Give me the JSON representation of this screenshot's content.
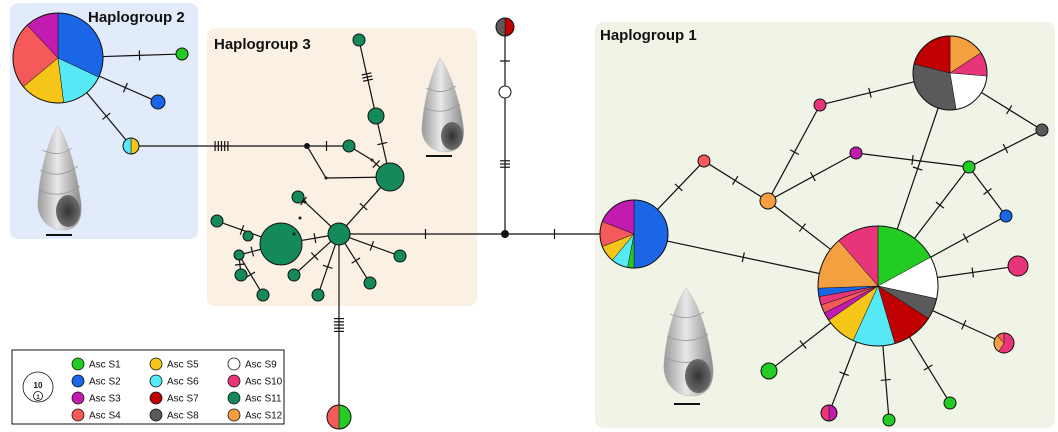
{
  "groups": {
    "hg2": "Haplogroup 2",
    "hg3": "Haplogroup 3",
    "hg1": "Haplogroup 1"
  },
  "colors": {
    "S1": "#22cc22",
    "S2": "#1a66e6",
    "S3": "#c21bb0",
    "S4": "#f55a5a",
    "S5": "#f5c518",
    "S6": "#55e8f5",
    "S7": "#c00000",
    "S8": "#5a5a5a",
    "S9": "#ffffff",
    "S10": "#e8357a",
    "S11": "#148a5a",
    "S12": "#f5a040"
  },
  "legend": {
    "size_big": "10",
    "size_small": "1",
    "items": [
      {
        "key": "S1",
        "label": "Asc S1"
      },
      {
        "key": "S2",
        "label": "Asc S2"
      },
      {
        "key": "S3",
        "label": "Asc S3"
      },
      {
        "key": "S4",
        "label": "Asc S4"
      },
      {
        "key": "S5",
        "label": "Asc S5"
      },
      {
        "key": "S6",
        "label": "Asc S6"
      },
      {
        "key": "S7",
        "label": "Asc S7"
      },
      {
        "key": "S8",
        "label": "Asc S8"
      },
      {
        "key": "S9",
        "label": "Asc S9"
      },
      {
        "key": "S10",
        "label": "Asc S10"
      },
      {
        "key": "S11",
        "label": "Asc S11"
      },
      {
        "key": "S12",
        "label": "Asc S12"
      }
    ]
  },
  "haplotypes": [
    {
      "id": "h2main",
      "slices": [
        [
          "S2",
          4
        ],
        [
          "S6",
          2
        ],
        [
          "S5",
          2
        ],
        [
          "S4",
          3
        ],
        [
          "S3",
          1.5
        ]
      ]
    },
    {
      "id": "h2a",
      "slices": [
        [
          "S1",
          1
        ]
      ]
    },
    {
      "id": "h2b",
      "slices": [
        [
          "S2",
          1
        ]
      ]
    },
    {
      "id": "h2c",
      "slices": [
        [
          "S5",
          1
        ],
        [
          "S6",
          1
        ]
      ]
    },
    {
      "id": "h3a",
      "slices": [
        [
          "S11",
          1
        ]
      ]
    },
    {
      "id": "h3b",
      "slices": [
        [
          "S11",
          1
        ]
      ]
    },
    {
      "id": "h3c",
      "slices": [
        [
          "S11",
          1
        ]
      ]
    },
    {
      "id": "h3d",
      "slices": [
        [
          "S11",
          1
        ]
      ]
    },
    {
      "id": "h3e",
      "slices": [
        [
          "S11",
          1
        ]
      ]
    },
    {
      "id": "h3f",
      "slices": [
        [
          "S11",
          1
        ]
      ]
    },
    {
      "id": "h3g",
      "slices": [
        [
          "S11",
          1
        ]
      ]
    },
    {
      "id": "h3h",
      "slices": [
        [
          "S11",
          1
        ]
      ]
    },
    {
      "id": "h3i",
      "slices": [
        [
          "S11",
          1
        ]
      ]
    },
    {
      "id": "h3j",
      "slices": [
        [
          "S11",
          1
        ]
      ]
    },
    {
      "id": "h3k",
      "slices": [
        [
          "S11",
          1
        ]
      ]
    },
    {
      "id": "h3l",
      "slices": [
        [
          "S11",
          1
        ]
      ]
    },
    {
      "id": "h3m",
      "slices": [
        [
          "S11",
          1
        ]
      ]
    },
    {
      "id": "h3n",
      "slices": [
        [
          "S11",
          1
        ]
      ]
    },
    {
      "id": "h3o",
      "slices": [
        [
          "S11",
          1
        ]
      ]
    },
    {
      "id": "h3p",
      "slices": [
        [
          "S11",
          1
        ]
      ]
    },
    {
      "id": "h3q",
      "slices": [
        [
          "S11",
          1
        ]
      ]
    },
    {
      "id": "h3r",
      "slices": [
        [
          "S11",
          1
        ]
      ]
    },
    {
      "id": "h3s",
      "slices": [
        [
          "S1",
          1
        ],
        [
          "S4",
          1
        ]
      ]
    },
    {
      "id": "top1",
      "slices": [
        [
          "S7",
          1
        ],
        [
          "S8",
          1
        ]
      ]
    },
    {
      "id": "top2",
      "slices": [
        [
          "S9",
          1
        ]
      ]
    },
    {
      "id": "h1entry",
      "slices": [
        [
          "S2",
          5
        ],
        [
          "S1",
          0.3
        ],
        [
          "S6",
          0.8
        ],
        [
          "S5",
          0.8
        ],
        [
          "S4",
          1.2
        ],
        [
          "S3",
          1.9
        ]
      ]
    },
    {
      "id": "h1big",
      "slices": [
        [
          "S1",
          3
        ],
        [
          "S9",
          2
        ],
        [
          "S8",
          1
        ],
        [
          "S7",
          2
        ],
        [
          "S6",
          2
        ],
        [
          "S5",
          1.5
        ],
        [
          "S3",
          0.4
        ],
        [
          "S4",
          0.4
        ],
        [
          "S10",
          0.4
        ],
        [
          "S2",
          0.4
        ],
        [
          "S12",
          2.5
        ],
        [
          "S10",
          2
        ]
      ]
    },
    {
      "id": "h1tr",
      "slices": [
        [
          "S12",
          1.5
        ],
        [
          "S10",
          1
        ],
        [
          "S9",
          2
        ],
        [
          "S8",
          3
        ],
        [
          "S7",
          2
        ]
      ]
    },
    {
      "id": "h1p1",
      "slices": [
        [
          "S10",
          1
        ]
      ]
    },
    {
      "id": "h1p2",
      "slices": [
        [
          "S4",
          1
        ]
      ]
    },
    {
      "id": "h1p3",
      "slices": [
        [
          "S3",
          1
        ]
      ]
    },
    {
      "id": "h1or",
      "slices": [
        [
          "S12",
          1
        ]
      ]
    },
    {
      "id": "h1g1",
      "slices": [
        [
          "S1",
          1
        ]
      ]
    },
    {
      "id": "h1b1",
      "slices": [
        [
          "S2",
          1
        ]
      ]
    },
    {
      "id": "h1gy",
      "slices": [
        [
          "S8",
          1
        ]
      ]
    },
    {
      "id": "h1pk",
      "slices": [
        [
          "S10",
          1
        ]
      ]
    },
    {
      "id": "h1mix",
      "slices": [
        [
          "S10",
          2
        ],
        [
          "S12",
          1
        ],
        [
          "S4",
          0.4
        ]
      ]
    },
    {
      "id": "h1g2",
      "slices": [
        [
          "S1",
          1
        ]
      ]
    },
    {
      "id": "h1g3",
      "slices": [
        [
          "S1",
          1
        ]
      ]
    },
    {
      "id": "h1g4",
      "slices": [
        [
          "S1",
          1
        ]
      ]
    },
    {
      "id": "h1pm",
      "slices": [
        [
          "S3",
          1
        ],
        [
          "S10",
          1
        ]
      ]
    }
  ]
}
